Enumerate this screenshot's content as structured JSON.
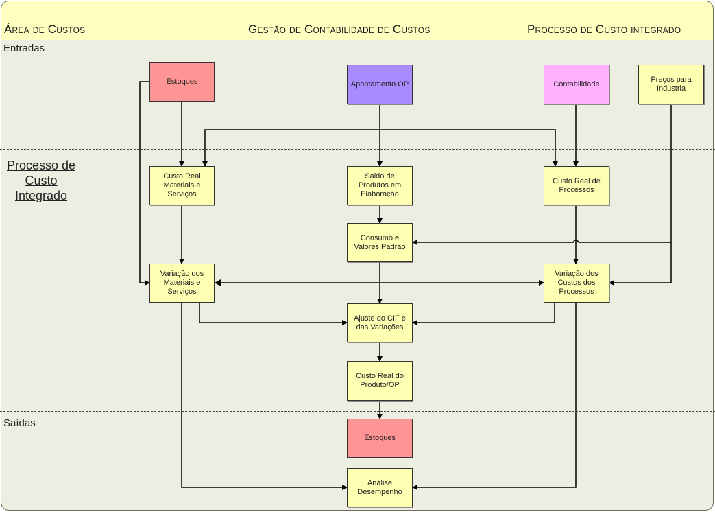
{
  "header": {
    "left": "Área de Custos",
    "center": "Gestão de Contabilidade de Custos",
    "right": "Processo de Custo integrado"
  },
  "sections": {
    "inputs": "Entradas",
    "process": "Processo de Custo Integrado",
    "outputs": "Saídas"
  },
  "colors": {
    "process_box": "#ffffb3",
    "stock_box": "#ff9494",
    "op_box": "#a88cff",
    "accounting_box": "#ffb0ff",
    "background": "#ebeee0",
    "header": "#ffffc0"
  },
  "nodes": {
    "estoques_in": "Estoques",
    "apontamento": "Apontamento OP",
    "contabilidade": "Contabilidade",
    "precos": "Preços para Industria",
    "custo_mat": "Custo Real Materiais e Serviços",
    "saldo": "Saldo de Produtos em Elaboração",
    "custo_proc": "Custo Real de Processos",
    "consumo": "Consumo e Valores Padrão",
    "var_mat": "Variação dos Materiais e Serviços",
    "var_proc": "Variação dos Custos dos Processos",
    "ajuste": "Ajuste do CIF e das Variações",
    "custo_prod": "Custo Real do Produto/OP",
    "estoques_out": "Estoques",
    "analise": "Análise Desempenho"
  },
  "edges": [
    [
      "estoques_in",
      "custo_mat"
    ],
    [
      "estoques_in",
      "var_mat"
    ],
    [
      "apontamento",
      "saldo"
    ],
    [
      "apontamento",
      "custo_mat"
    ],
    [
      "apontamento",
      "custo_proc"
    ],
    [
      "contabilidade",
      "custo_proc"
    ],
    [
      "precos",
      "consumo"
    ],
    [
      "precos",
      "var_proc"
    ],
    [
      "custo_mat",
      "var_mat"
    ],
    [
      "saldo",
      "consumo"
    ],
    [
      "custo_proc",
      "var_proc"
    ],
    [
      "consumo",
      "ajuste"
    ],
    [
      "var_mat",
      "var_proc"
    ],
    [
      "var_mat",
      "ajuste"
    ],
    [
      "var_proc",
      "ajuste"
    ],
    [
      "ajuste",
      "custo_prod"
    ],
    [
      "custo_prod",
      "estoques_out"
    ],
    [
      "var_mat",
      "analise"
    ],
    [
      "var_proc",
      "analise"
    ]
  ]
}
